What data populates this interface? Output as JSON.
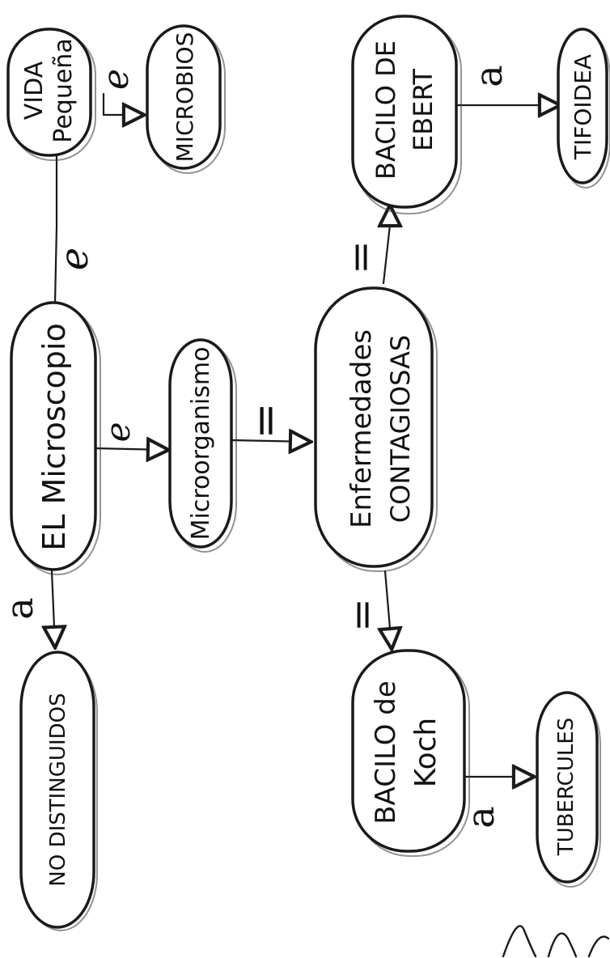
{
  "nodes": [
    {
      "id": "microscopio",
      "lines": [
        "EL Microscopio"
      ]
    },
    {
      "id": "vida",
      "lines": [
        "VIDA",
        "Pequeña"
      ]
    },
    {
      "id": "microbios",
      "lines": [
        "MICROBIOS"
      ]
    },
    {
      "id": "microorganismo",
      "lines": [
        "Microorganismo"
      ]
    },
    {
      "id": "enfermedades",
      "lines": [
        "Enfermedades",
        "CONTAGIOSAS"
      ]
    },
    {
      "id": "bacilo_eberth",
      "lines": [
        "BACILO DE",
        "EBERT"
      ]
    },
    {
      "id": "tifoidea",
      "lines": [
        "TIFOIDEA"
      ]
    },
    {
      "id": "no_distinguidos",
      "lines": [
        "NO DISTINGUIDOS"
      ]
    },
    {
      "id": "bacilo_koch",
      "lines": [
        "BACILO de",
        "Koch"
      ]
    },
    {
      "id": "tuberculosis",
      "lines": [
        "TUBERCULES"
      ]
    }
  ],
  "edges": [
    {
      "id": "microscopio-vida",
      "label": "e"
    },
    {
      "id": "vida-microbios",
      "label": "e"
    },
    {
      "id": "microscopio-microorganismo",
      "label": "e"
    },
    {
      "id": "microorganismo-enfermedades",
      "label": "="
    },
    {
      "id": "enfermedades-bacilo-eberth",
      "label": "="
    },
    {
      "id": "bacilo-eberth-tifoidea",
      "label": "a"
    },
    {
      "id": "microscopio-no-distinguidos",
      "label": "a"
    },
    {
      "id": "enfermedades-bacilo-koch",
      "label": "="
    },
    {
      "id": "bacilo-koch-tuberculosis",
      "label": "a"
    }
  ],
  "colors": {
    "ink": "#1a1a1a",
    "paper": "#ffffff"
  }
}
